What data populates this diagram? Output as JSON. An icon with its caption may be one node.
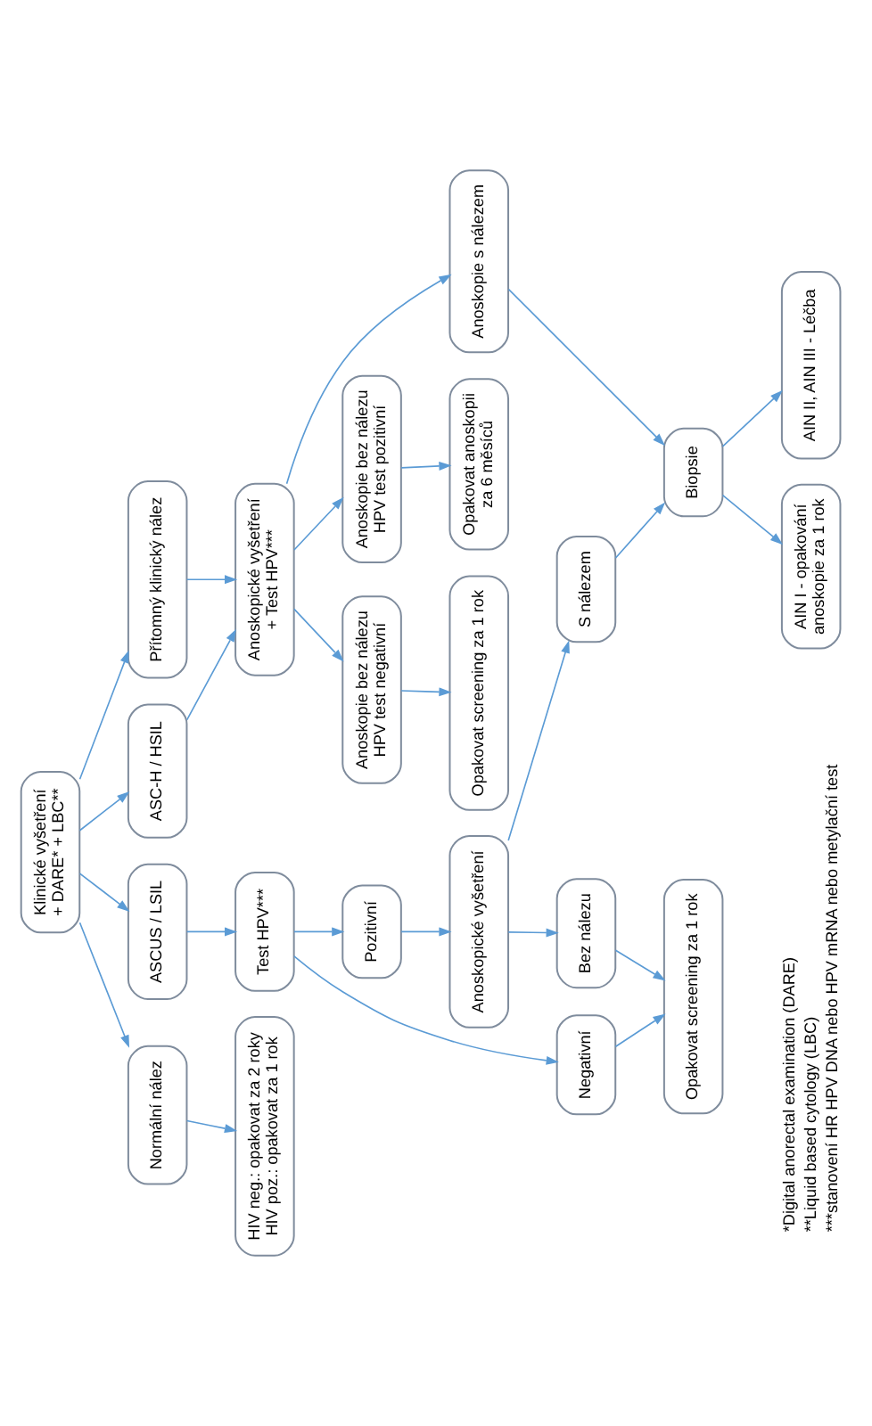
{
  "diagram": {
    "nodes": [
      {
        "text": [
          "Klinické vyšetření + DARE* + LBC**"
        ]
      },
      {
        "text": [
          "Normální nález"
        ]
      },
      {
        "text": [
          "ASCUS / LSIL"
        ]
      },
      {
        "text": [
          "ASC-H / HSIL"
        ]
      },
      {
        "text": [
          "Přítomný klinický nález"
        ]
      },
      {
        "text": [
          "HIV neg.: opakovat za 2 roky",
          "HIV poz.: opakovat za 1 rok"
        ]
      },
      {
        "text": [
          "Test HPV***"
        ]
      },
      {
        "text": [
          "Anoskopické vyšetření + Test HPV***"
        ]
      },
      {
        "text": [
          "Negativní"
        ]
      },
      {
        "text": [
          "Pozitivní"
        ]
      },
      {
        "text": [
          "Anoskopie bez nálezu HPV test negativní"
        ]
      },
      {
        "text": [
          "Anoskopie bez nálezu HPV test pozitivní"
        ]
      },
      {
        "text": [
          "Anoskopie s nálezem"
        ]
      },
      {
        "text": [
          "Anoskopické vyšetření"
        ]
      },
      {
        "text": [
          "Opakovat screening za 1 rok"
        ]
      },
      {
        "text": [
          "Opakovat anoskopii za 6 měsíců"
        ]
      },
      {
        "text": [
          "Bez nálezu"
        ]
      },
      {
        "text": [
          "S nálezem"
        ]
      },
      {
        "text": [
          "Biopsie"
        ]
      },
      {
        "text": [
          "Opakovat screening za 1 rok"
        ]
      },
      {
        "text": [
          "AIN I - opakování anoskopie za 1 rok"
        ]
      },
      {
        "text": [
          "AIN II, AIN III - Léčba"
        ]
      }
    ],
    "edges": [
      {
        "from": 0,
        "to": 1,
        "arrow": "to"
      },
      {
        "from": 0,
        "to": 2,
        "arrow": "to"
      },
      {
        "from": 0,
        "to": 3,
        "arrow": "to"
      },
      {
        "from": 0,
        "to": 4,
        "arrow": "to"
      },
      {
        "from": 1,
        "to": 5,
        "arrow": "to"
      },
      {
        "from": 2,
        "to": 6,
        "arrow": "to"
      },
      {
        "from": 3,
        "to": 7,
        "arrow": "to"
      },
      {
        "from": 4,
        "to": 7,
        "arrow": "to"
      },
      {
        "from": 6,
        "to": 8,
        "arrow": "to"
      },
      {
        "from": 6,
        "to": 9,
        "arrow": "to"
      },
      {
        "from": 7,
        "to": 10,
        "arrow": "to"
      },
      {
        "from": 7,
        "to": 11,
        "arrow": "to"
      },
      {
        "from": 7,
        "to": 12,
        "arrow": "to"
      },
      {
        "from": 8,
        "to": 19,
        "arrow": "to"
      },
      {
        "from": 9,
        "to": 13,
        "arrow": "to"
      },
      {
        "from": 10,
        "to": 14,
        "arrow": "to"
      },
      {
        "from": 11,
        "to": 15,
        "arrow": "to"
      },
      {
        "from": 13,
        "to": 16,
        "arrow": "to"
      },
      {
        "from": 13,
        "to": 17,
        "arrow": "to"
      },
      {
        "from": 12,
        "to": 18,
        "arrow": "to"
      },
      {
        "from": 16,
        "to": 19,
        "arrow": "to"
      },
      {
        "from": 17,
        "to": 18,
        "arrow": "to"
      },
      {
        "from": 18,
        "to": 20,
        "arrow": "to"
      },
      {
        "from": 18,
        "to": 21,
        "arrow": "to"
      }
    ],
    "labels": [
      "*Digital anorectal examination (DARE)",
      "**Liquid based cytology (LBC)",
      "***stanovení HR HPV DNA nebo HPV mRNA nebo metylační test"
    ]
  }
}
